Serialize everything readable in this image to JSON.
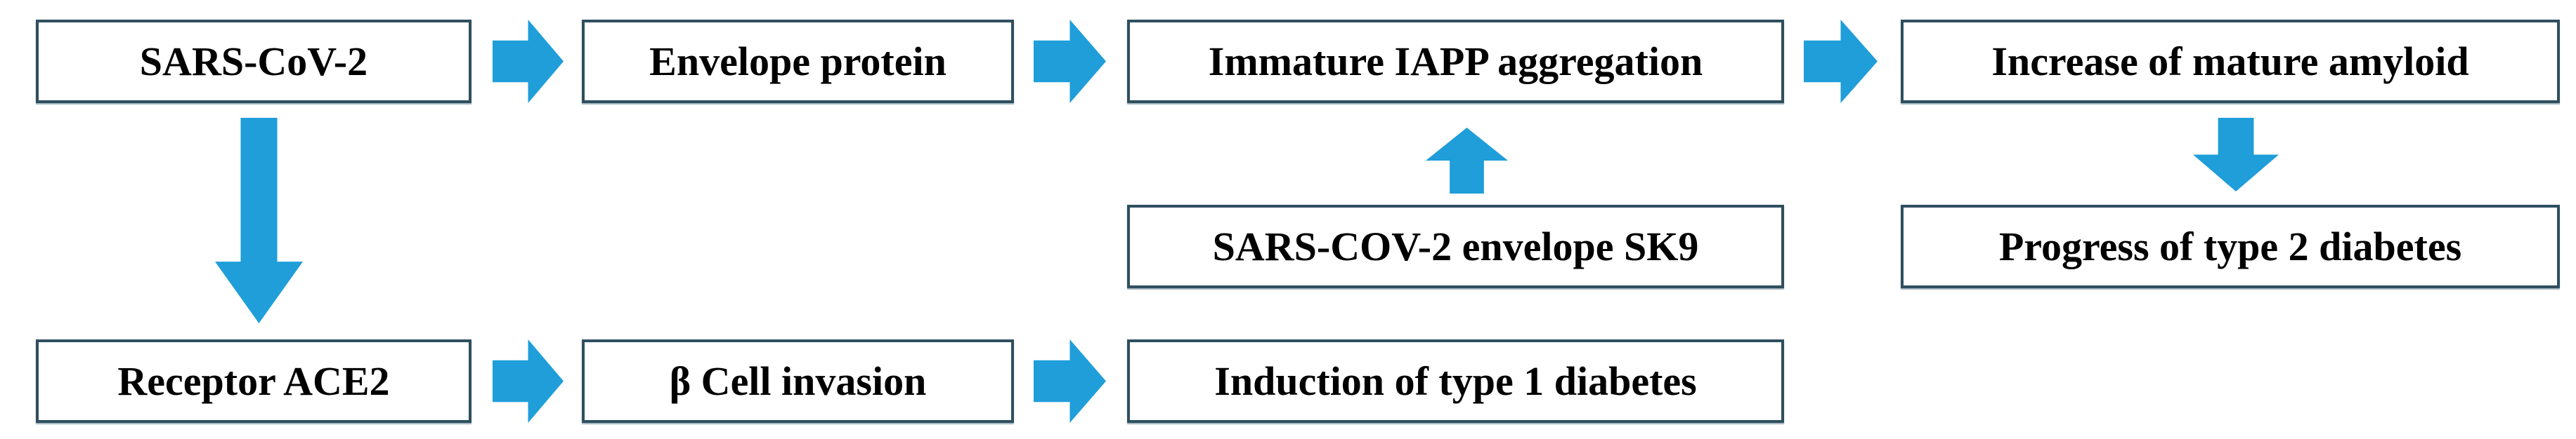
{
  "colors": {
    "arrow": "#1f9ed9",
    "box_border": "#2f4f5f",
    "text": "#000000",
    "background": "#ffffff"
  },
  "nodes": {
    "sars_cov_2": "SARS-CoV-2",
    "envelope_protein": "Envelope protein",
    "immature_iapp": "Immature IAPP aggregation",
    "mature_amyloid": "Increase of mature amyloid",
    "envelope_sk9": "SARS-COV-2 envelope SK9",
    "type2": "Progress of type 2 diabetes",
    "ace2": "Receptor ACE2",
    "beta_cell": "β Cell invasion",
    "type1": "Induction of type 1 diabetes"
  },
  "edges": [
    {
      "from": "SARS-CoV-2",
      "to": "Envelope protein",
      "direction": "right"
    },
    {
      "from": "Envelope protein",
      "to": "Immature IAPP aggregation",
      "direction": "right"
    },
    {
      "from": "Immature IAPP aggregation",
      "to": "Increase of mature amyloid",
      "direction": "right"
    },
    {
      "from": "Increase of mature amyloid",
      "to": "Progress of type 2 diabetes",
      "direction": "down"
    },
    {
      "from": "SARS-COV-2 envelope SK9",
      "to": "Immature IAPP aggregation",
      "direction": "up"
    },
    {
      "from": "SARS-CoV-2",
      "to": "Receptor ACE2",
      "direction": "down"
    },
    {
      "from": "Receptor ACE2",
      "to": "β Cell invasion",
      "direction": "right"
    },
    {
      "from": "β Cell invasion",
      "to": "Induction of type 1 diabetes",
      "direction": "right"
    }
  ]
}
